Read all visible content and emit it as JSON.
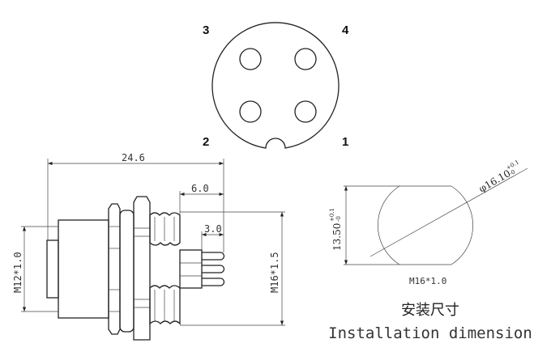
{
  "pin_labels": {
    "p1": "1",
    "p2": "2",
    "p3": "3",
    "p4": "4"
  },
  "dimensions": {
    "overall_length": "24.6",
    "thread_length": "6.0",
    "pin_length": "3.0",
    "front_thread": "M12*1.0",
    "rear_thread": "M16*1.5",
    "cutout_height": "13.50",
    "cutout_height_tol_plus": "+0.1",
    "cutout_height_tol_minus": "-0",
    "cutout_diameter": "φ16.10",
    "cutout_diameter_tol_plus": "+0.1",
    "cutout_diameter_tol_minus": "-0",
    "cutout_thread": "M16*1.0"
  },
  "caption": {
    "chinese": "安装尺寸",
    "english": "Installation dimension"
  }
}
